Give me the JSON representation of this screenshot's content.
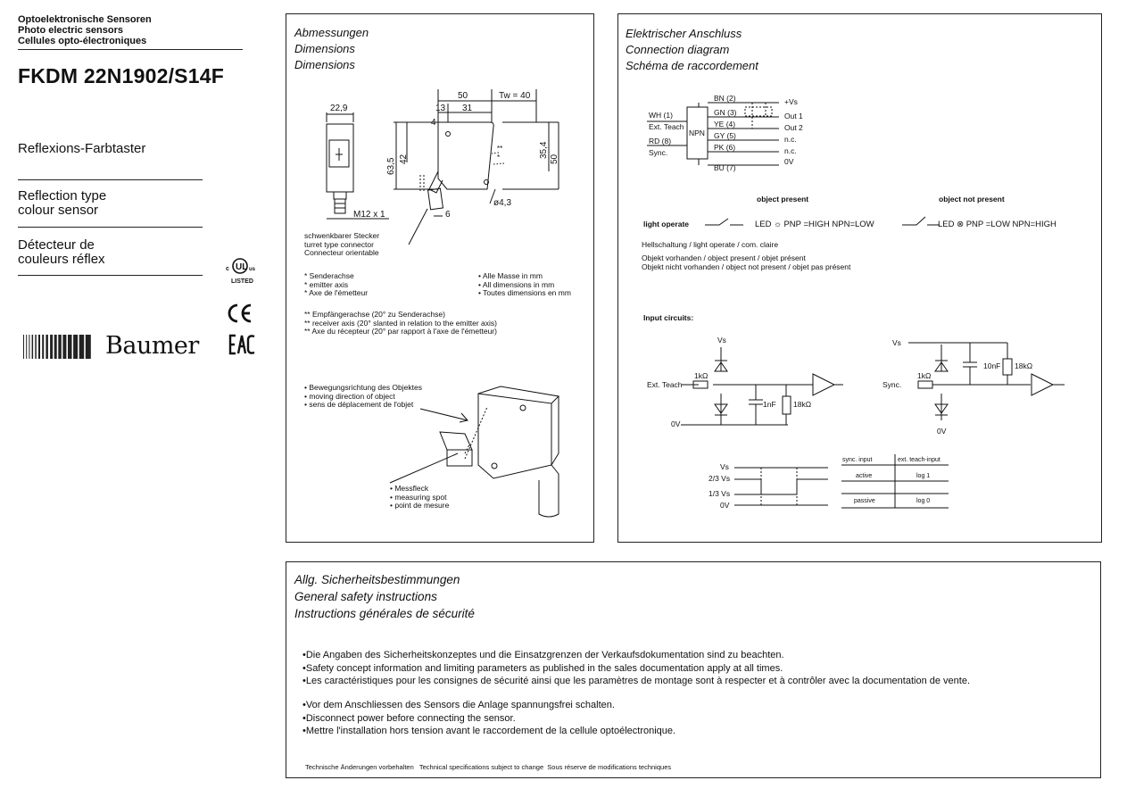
{
  "header": {
    "lines": [
      "Optoelektronische Sensoren",
      "Photo electric sensors",
      "Cellules opto-électroniques"
    ],
    "model": "FKDM 22N1902/S14F",
    "titles": [
      "Reflexions-Farbtaster",
      "Reflection type\ncolour sensor",
      "Détecteur de\ncouleurs réflex"
    ],
    "brand": "Baumer",
    "marks": {
      "ul": "c UL us LISTED",
      "ce": "CE",
      "eac": "EAC"
    }
  },
  "dimensions": {
    "titles": [
      "Abmessungen",
      "Dimensions",
      "Dimensions"
    ],
    "values": {
      "w22_9": "22,9",
      "d50": "50",
      "tw": "Tw = 40",
      "d13": "13",
      "d31": "31",
      "d4": "4",
      "d63_5": "63,5",
      "d42": "42",
      "d35_4": "35,4",
      "d50v": "50",
      "m12": "M12 x 1",
      "d6": "6",
      "d4_3": "ø4,3",
      "star1": "*",
      "star2": "**"
    },
    "connector_note": [
      "schwenkbarer Stecker",
      "turret type connector",
      "Connecteur orientable"
    ],
    "emitter_note": [
      "* Senderachse",
      "* emitter axis",
      "* Axe de l'émetteur"
    ],
    "mm_note": [
      "• Alle Masse in mm",
      "• All dimensions in mm",
      "• Toutes dimensions en mm"
    ],
    "receiver_note": [
      "** Empfängerachse (20° zu Senderachse)",
      "** receiver axis (20° slanted in relation to the emitter axis)",
      "** Axe du récepteur (20° par rapport à l'axe de l'émetteur)"
    ],
    "motion_note": [
      "• Bewegungsrichtung des Objektes",
      "• moving direction of object",
      "• sens de déplacement de l'objet"
    ],
    "spot_note": [
      "• Messfleck",
      "• measuring spot",
      "• point de mesure"
    ]
  },
  "connection": {
    "titles": [
      "Elektrischer Anschluss",
      "Connection diagram",
      "Schéma de raccordement"
    ],
    "wires": [
      "BN  (2)",
      "GN  (3)",
      "YE  (4)",
      "GY  (5)",
      "PK  (6)",
      "BU  (7)"
    ],
    "outputs": [
      "+Vs",
      "Out 1",
      "Out 2",
      "n.c.",
      "n.c.",
      "0V"
    ],
    "inputs": [
      "WH (1)",
      "Ext. Teach",
      "RD  (8)",
      "Sync."
    ],
    "npn": "NPN",
    "object_present": "object present",
    "object_not_present": "object not present",
    "light_operate": "light operate",
    "state_present": "LED ☼  PNP =HIGH  NPN=LOW",
    "state_not_present": "LED ⊗  PNP =LOW  NPN=HIGH",
    "notes": [
      "Hellschaltung / light operate / com. claire",
      "Objekt vorhanden / object present / objet présent",
      "Objekt nicht vorhanden / object not present / objet pas présent"
    ],
    "input_circuits": "Input circuits:",
    "circ1": {
      "vs": "Vs",
      "r": "1kΩ",
      "in": "Ext. Teach",
      "c": "1nF",
      "rl": "18kΩ",
      "gnd": "0V"
    },
    "circ2": {
      "vs": "Vs",
      "r": "1kΩ",
      "in": "Sync.",
      "c": "10nF",
      "rl": "18kΩ",
      "gnd": "0V"
    },
    "levels": [
      "Vs",
      "2/3 Vs",
      "1/3 Vs",
      "0V"
    ],
    "table": {
      "headers": [
        "sync. input",
        "ext. teach-input"
      ],
      "rows": [
        [
          "active",
          "log 1"
        ],
        [
          "passive",
          "log 0"
        ]
      ]
    }
  },
  "safety": {
    "titles": [
      "Allg. Sicherheitsbestimmungen",
      "General safety instructions",
      "Instructions générales de sécurité"
    ],
    "group1": [
      "•Die Angaben des Sicherheitskonzeptes und die Einsatzgrenzen der Verkaufsdokumentation sind zu beachten.",
      "•Safety concept information and limiting parameters as published in the sales documentation apply at all times.",
      "•Les caractéristiques pour les consignes de sécurité ainsi que les paramètres de montage sont à respecter et à contrôler avec la documentation de vente."
    ],
    "group2": [
      "•Vor dem Anschliessen des Sensors die Anlage spannungsfrei schalten.",
      "•Disconnect power before connecting the sensor.",
      "•Mettre l'installation hors tension avant le raccordement de la cellule optoélectronique."
    ],
    "footer": "Technische Änderungen vorbehalten   Technical specifications subject to change  Sous réserve de modifications techniques"
  }
}
